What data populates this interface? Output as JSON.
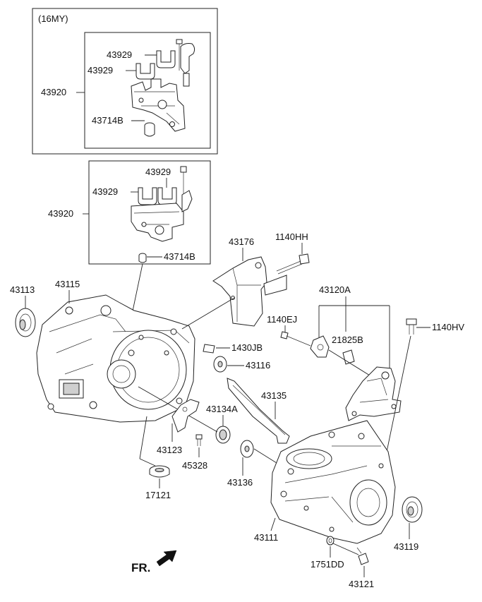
{
  "diagram": {
    "variant_label": "(16MY)",
    "front_label": "FR.",
    "callouts": {
      "c43929_a": "43929",
      "c43929_b": "43929",
      "c43920_top": "43920",
      "c43714B_top": "43714B",
      "c43929_c": "43929",
      "c43929_d": "43929",
      "c43920_mid": "43920",
      "c43714B_mid": "43714B",
      "c43176": "43176",
      "c1140HH": "1140HH",
      "c43113": "43113",
      "c43115": "43115",
      "c43120A": "43120A",
      "c1140EJ": "1140EJ",
      "c21825B": "21825B",
      "c1140HV": "1140HV",
      "c1430JB": "1430JB",
      "c43116": "43116",
      "c43135": "43135",
      "c43134A": "43134A",
      "c43123": "43123",
      "c45328": "45328",
      "c17121": "17121",
      "c43136": "43136",
      "c43111": "43111",
      "c43119": "43119",
      "c1751DD": "1751DD",
      "c43121": "43121"
    }
  }
}
